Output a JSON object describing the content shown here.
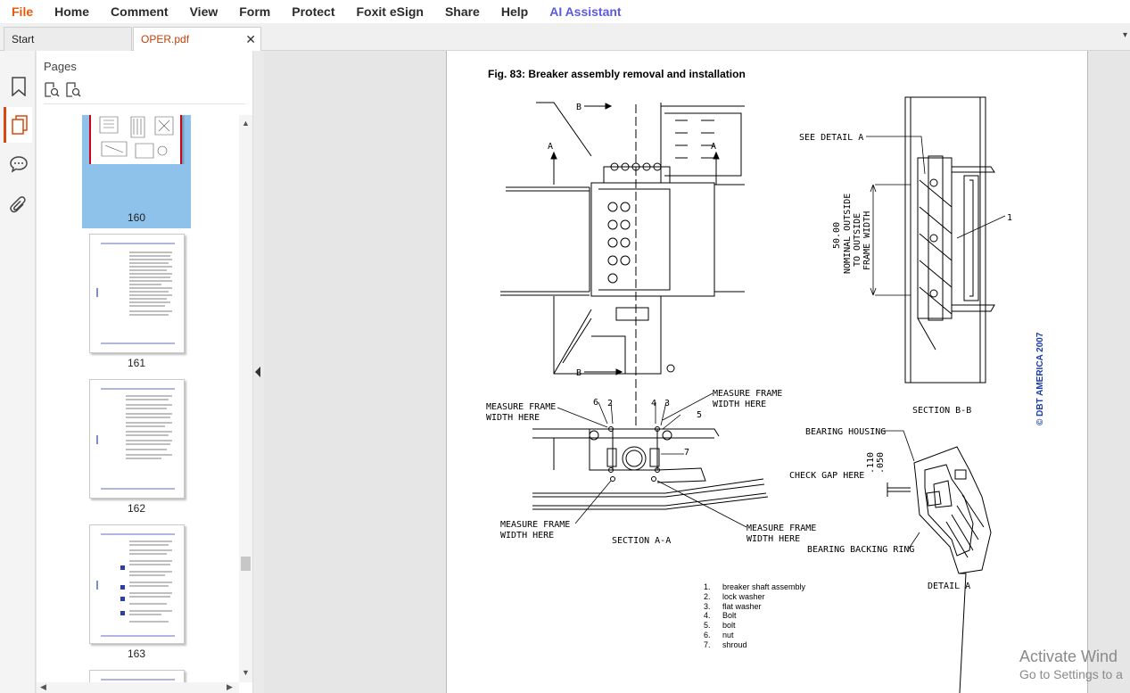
{
  "menu": {
    "items": [
      "File",
      "Home",
      "Comment",
      "View",
      "Form",
      "Protect",
      "Foxit eSign",
      "Share",
      "Help",
      "AI Assistant"
    ]
  },
  "tabs": {
    "start_label": "Start",
    "active_label": "OPER.pdf",
    "close_glyph": "✕",
    "overflow_glyph": "▾"
  },
  "rail": {
    "icons": [
      "bookmark-icon",
      "pages-icon",
      "comment-icon",
      "attachment-icon"
    ],
    "active": "pages-icon"
  },
  "pages_panel": {
    "title": "Pages",
    "tools": [
      "page-zoom-in-icon",
      "page-zoom-out-icon"
    ],
    "thumbnails": [
      {
        "number": "160",
        "selected": true
      },
      {
        "number": "161",
        "selected": false
      },
      {
        "number": "162",
        "selected": false
      },
      {
        "number": "163",
        "selected": false
      }
    ]
  },
  "document": {
    "figure_title": "Fig. 83: Breaker assembly removal and installation",
    "labels": {
      "b_top": "B",
      "b_bottom": "B",
      "a_left": "A",
      "a_right": "A",
      "see_detail": "SEE DETAIL   A",
      "dim_value": "50.00",
      "dim_line1": "NOMINAL OUTSIDE",
      "dim_line2": "TO OUTSIDE",
      "dim_line3": "FRAME WIDTH",
      "callout_1": "1",
      "section_bb": "SECTION   B-B",
      "measure_tl_1": "MEASURE FRAME",
      "measure_tl_2": "WIDTH HERE",
      "measure_tr_1": "MEASURE FRAME",
      "measure_tr_2": "WIDTH HERE",
      "measure_bl_1": "MEASURE FRAME",
      "measure_bl_2": "WIDTH HERE",
      "measure_br_1": "MEASURE FRAME",
      "measure_br_2": "WIDTH HERE",
      "n6": "6",
      "n2": "2",
      "n4": "4",
      "n3": "3",
      "n5": "5",
      "n7": "7",
      "section_aa": "SECTION   A-A",
      "bearing_housing": "BEARING HOUSING",
      "check_gap": "CHECK GAP HERE",
      "gap_1": ".110",
      "gap_2": ".050",
      "bearing_ring": "BEARING BACKING RING",
      "detail_a": "DETAIL   A"
    },
    "copyright": "© DBT AMERICA 2007",
    "legend": [
      {
        "n": "1.",
        "text": "breaker shaft assembly"
      },
      {
        "n": "2.",
        "text": "lock washer"
      },
      {
        "n": "3.",
        "text": "flat washer"
      },
      {
        "n": "4.",
        "text": "Bolt"
      },
      {
        "n": "5.",
        "text": "bolt"
      },
      {
        "n": "6.",
        "text": "nut"
      },
      {
        "n": "7.",
        "text": "shroud"
      }
    ]
  },
  "watermark": {
    "line1": "Activate Wind",
    "line2": "Go to Settings to a"
  },
  "colors": {
    "file_menu": "#e8590c",
    "ai_menu": "#5b5be0",
    "active_tab_text": "#c2410c",
    "selected_thumb": "#8fc2ea",
    "selected_border": "#d0021b",
    "copyright": "#1c3ea8"
  }
}
